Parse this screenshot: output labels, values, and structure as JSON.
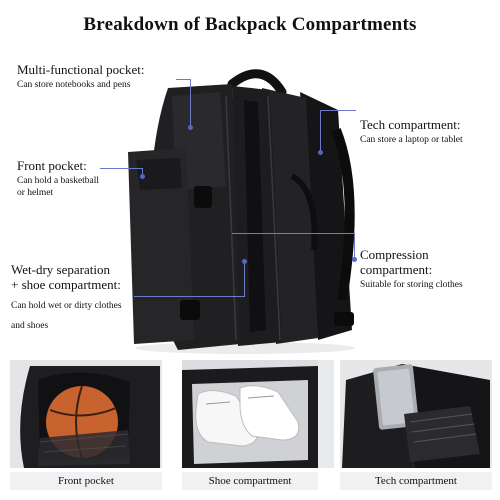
{
  "title": "Breakdown of Backpack Compartments",
  "labels": {
    "multi": {
      "heading": "Multi-functional pocket:",
      "desc": "Can store notebooks and pens"
    },
    "front": {
      "heading": "Front pocket:",
      "desc1": "Can hold a basketball",
      "desc2": "or helmet"
    },
    "wetdry": {
      "heading1": "Wet-dry separation",
      "heading2": "+ shoe compartment:",
      "desc1": "Can hold wet or dirty clothes",
      "desc2": "and shoes"
    },
    "tech": {
      "heading": "Tech compartment:",
      "desc": "Can store a laptop or tablet"
    },
    "compression": {
      "heading1": "Compression",
      "heading2": "compartment:",
      "desc": "Suitable for storing clothes"
    }
  },
  "captions": [
    "Front pocket",
    "Shoe compartment",
    "Tech compartment"
  ],
  "colors": {
    "leader": "#6a7bc7",
    "backpack": "#1c1c1e",
    "ball": "#c8622e"
  }
}
